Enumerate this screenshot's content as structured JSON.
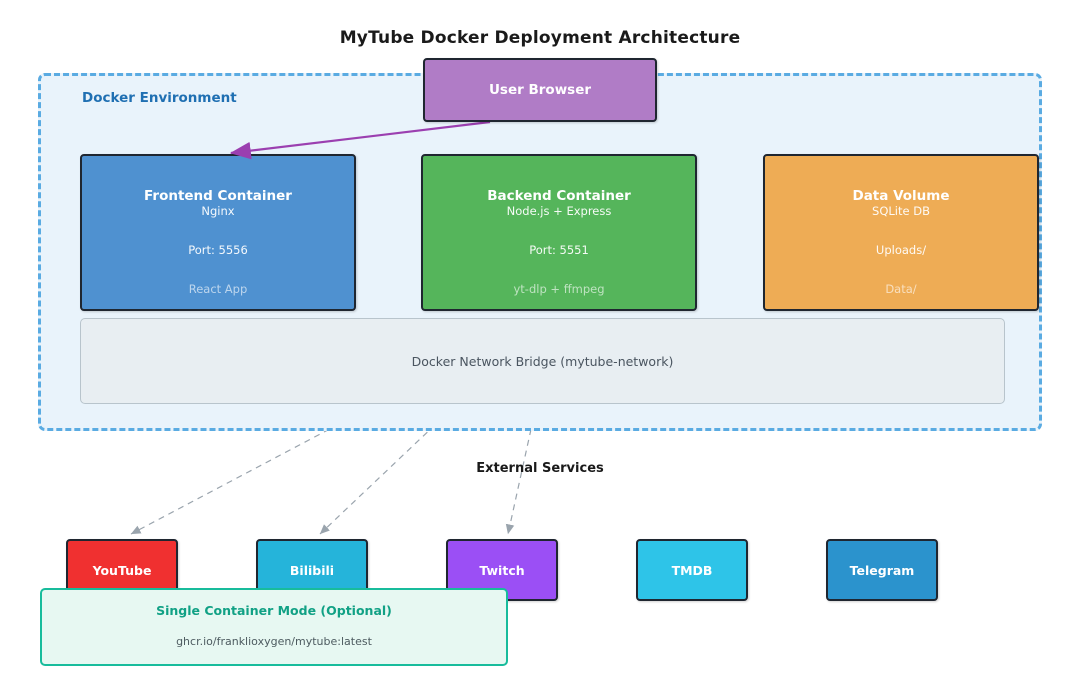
{
  "title": "MyTube Docker Deployment Architecture",
  "clusters": {
    "docker": {
      "label": "Docker Environment",
      "border_color": "#5aabe2",
      "fill_color": "#e9f3fb"
    },
    "single_mode": {
      "label": "Single Container Mode (Optional)",
      "image": "ghcr.io/franklioxygen/mytube:latest",
      "border_color": "#18bc9c",
      "fill_color": "#e7f8f2"
    }
  },
  "network": {
    "label": "Docker Network Bridge (mytube-network)"
  },
  "sections": {
    "external_services": "External Services"
  },
  "nodes": {
    "user_browser": {
      "title": "User Browser",
      "color": "#b07cc6"
    },
    "frontend": {
      "title": "Frontend Container",
      "tech": "Nginx",
      "port": "Port: 5556",
      "detail": "React App",
      "color": "#4f91d0"
    },
    "backend": {
      "title": "Backend Container",
      "tech": "Node.js + Express",
      "port": "Port: 5551",
      "detail": "yt-dlp + ffmpeg",
      "color": "#55b55b"
    },
    "data_volume": {
      "title": "Data Volume",
      "tech": "SQLite DB",
      "port": "Uploads/",
      "detail": "Data/",
      "color": "#eeac55"
    }
  },
  "external": [
    {
      "label": "YouTube",
      "color": "#f03030"
    },
    {
      "label": "Bilibili",
      "color": "#25b4da"
    },
    {
      "label": "Twitch",
      "color": "#9b4ff5"
    },
    {
      "label": "TMDB",
      "color": "#2ec4e8"
    },
    {
      "label": "Telegram",
      "color": "#2b93cd"
    }
  ],
  "edges": {
    "browser_to_frontend_color": "#9b3fb0",
    "solid_color": "#3d4b5c",
    "dashed_color": "#9aa4ad"
  }
}
